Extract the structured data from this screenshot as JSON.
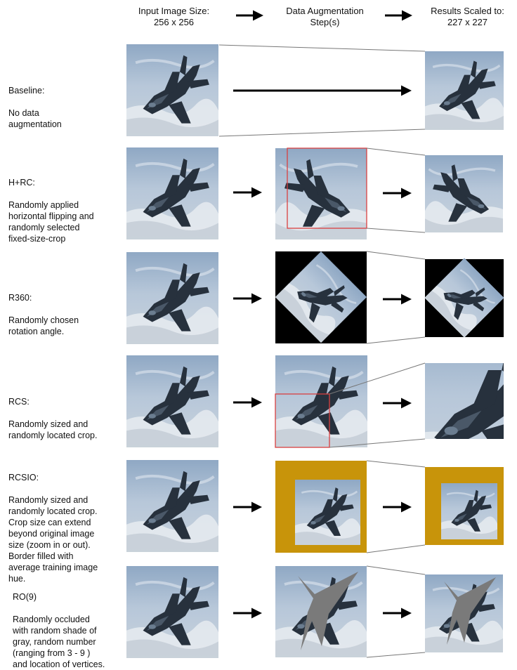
{
  "header": {
    "input": "Input Image Size:\n256 x 256",
    "augment": "Data Augmentation\nStep(s)",
    "results": "Results Scaled to:\n227 x 227"
  },
  "rows": [
    {
      "id": "baseline",
      "title": "Baseline:",
      "description": "No data\naugmentation"
    },
    {
      "id": "hrc",
      "title": "H+RC:",
      "description": "Randomly applied\nhorizontal flipping and\nrandomly selected\nfixed-size-crop"
    },
    {
      "id": "r360",
      "title": "R360:",
      "description": "Randomly chosen\nrotation angle."
    },
    {
      "id": "rcs",
      "title": "RCS:",
      "description": "Randomly sized and\nrandomly located crop."
    },
    {
      "id": "rcsio",
      "title": "RCSIO:",
      "description": "Randomly sized and\nrandomly located crop.\nCrop size can extend\nbeyond original image\nsize (zoom in or out).\nBorder filled with\naverage training image\nhue."
    },
    {
      "id": "ro9",
      "title": "RO(9)",
      "description": "Randomly occluded\nwith random shade of\ngray, random number\n(ranging from 3 - 9 )\nand location of vertices."
    }
  ],
  "colors": {
    "crop_box": "#d94040",
    "border_fill": "#c8940a",
    "occluder": "#7a7a7a",
    "connector": "#777777",
    "arrow": "#000000"
  }
}
